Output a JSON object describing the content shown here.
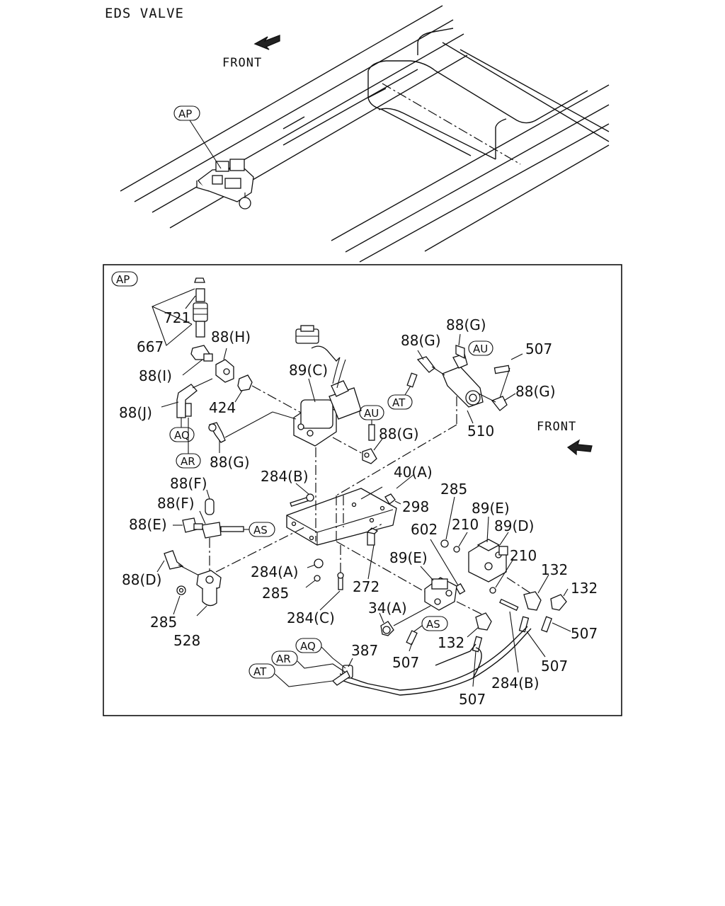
{
  "title": "EDS VALVE",
  "front_labels": [
    "FRONT",
    "FRONT"
  ],
  "tags": {
    "ap_top": "AP",
    "ap_box": "AP",
    "aq_left": "AQ",
    "ar_left": "AR",
    "au_top": "AU",
    "at_top": "AT",
    "au_mid": "AU",
    "as_mid": "AS",
    "as_low": "AS",
    "aq_bottom": "AQ",
    "ar_bottom": "AR",
    "at_bottom": "AT"
  },
  "callouts": {
    "c721": "721",
    "c667": "667",
    "c88h": "88(H)",
    "c88i": "88(I)",
    "c88j": "88(J)",
    "c424": "424",
    "c89c": "89(C)",
    "c88g_a": "88(G)",
    "c88g_b": "88(G)",
    "c88g_c": "88(G)",
    "c88g_d": "88(G)",
    "c88g_e": "88(G)",
    "c507_a": "507",
    "c510": "510",
    "c284b_a": "284(B)",
    "c40a": "40(A)",
    "c298": "298",
    "c285_a": "285",
    "c89e_a": "89(E)",
    "c89d": "89(D)",
    "c210_a": "210",
    "c210_b": "210",
    "c602": "602",
    "c88f_a": "88(F)",
    "c88f_b": "88(F)",
    "c88e": "88(E)",
    "c88d": "88(D)",
    "c285_b": "285",
    "c528": "528",
    "c284a": "284(A)",
    "c285_c": "285",
    "c272": "272",
    "c284c": "284(C)",
    "c89e_b": "89(E)",
    "c132_a": "132",
    "c132_b": "132",
    "c132_c": "132",
    "c34a": "34(A)",
    "c387": "387",
    "c507_b": "507",
    "c507_c": "507",
    "c507_d": "507",
    "c507_e": "507",
    "c284b_b": "284(B)"
  }
}
